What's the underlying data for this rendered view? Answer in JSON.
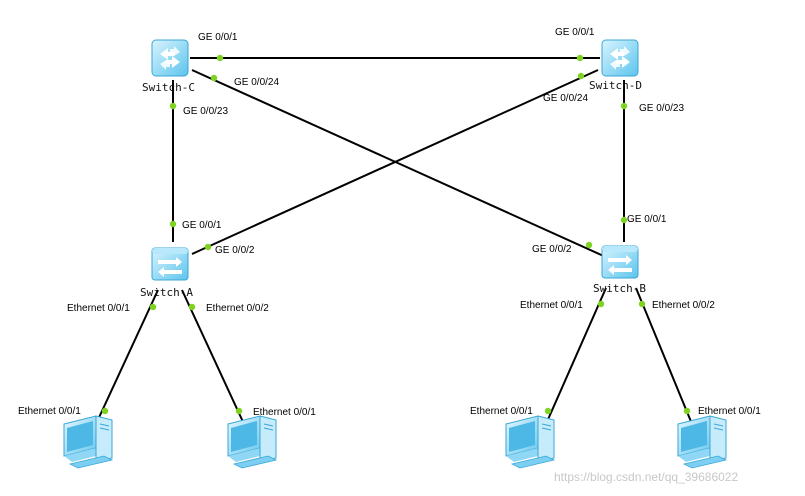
{
  "nodes": {
    "switch_c": "Switch-C",
    "switch_d": "Switch-D",
    "switch_a": "Switch-A",
    "switch_b": "Switch-B"
  },
  "ports": {
    "c_ge001": "GE 0/0/1",
    "c_ge0024": "GE 0/0/24",
    "c_ge0023": "GE 0/0/23",
    "d_ge001": "GE 0/0/1",
    "d_ge0024": "GE 0/0/24",
    "d_ge0023": "GE 0/0/23",
    "a_ge001": "GE 0/0/1",
    "a_ge002": "GE 0/0/2",
    "b_ge001": "GE 0/0/1",
    "b_ge002": "GE 0/0/2",
    "a_eth001": "Ethernet 0/0/1",
    "a_eth002": "Ethernet 0/0/2",
    "b_eth001": "Ethernet 0/0/1",
    "b_eth002": "Ethernet 0/0/2",
    "pc1_eth": "Ethernet 0/0/1",
    "pc2_eth": "Ethernet 0/0/1",
    "pc3_eth": "Ethernet 0/0/1",
    "pc4_eth": "Ethernet 0/0/1"
  },
  "watermark": "https://blog.csdn.net/qq_39686022",
  "colors": {
    "port": "#7ed321",
    "device": "#7fd3f2",
    "link": "#000000"
  },
  "icons": {
    "core_switch": "l3-switch-icon",
    "access_switch": "l2-switch-icon",
    "pc": "pc-icon"
  }
}
